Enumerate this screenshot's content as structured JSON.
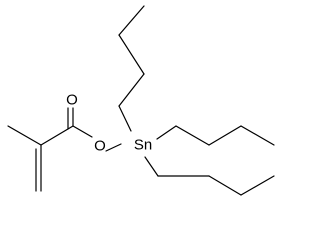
{
  "molecule": {
    "atoms": {
      "oxygen_carbonyl": "O",
      "oxygen_ester": "O",
      "tin": "Sn"
    }
  }
}
